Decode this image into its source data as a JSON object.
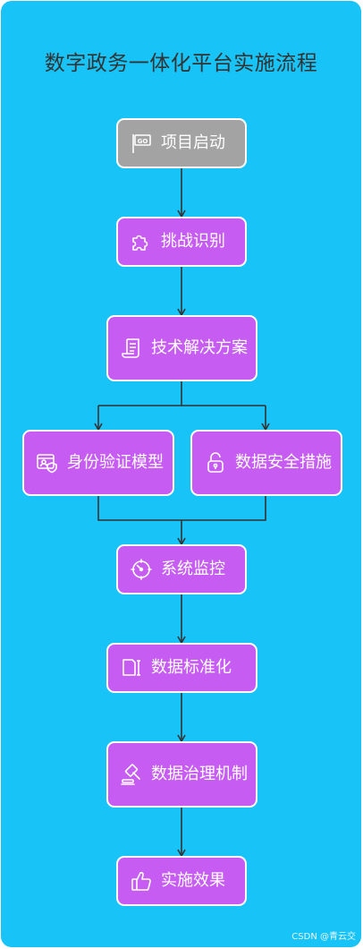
{
  "title": "数字政务一体化平台实施流程",
  "nodes": {
    "start": {
      "label": "项目启动",
      "icon": "go-flag-icon"
    },
    "challenge": {
      "label": "挑战识别",
      "icon": "puzzle-icon"
    },
    "solution": {
      "label": "技术解决方案",
      "icon": "scroll-icon"
    },
    "identity": {
      "label": "身份验证模型",
      "icon": "id-shield-icon"
    },
    "security": {
      "label": "数据安全措施",
      "icon": "padlock-icon"
    },
    "monitor": {
      "label": "系统监控",
      "icon": "gauge-icon"
    },
    "standard": {
      "label": "数据标准化",
      "icon": "document-icon"
    },
    "governance": {
      "label": "数据治理机制",
      "icon": "gavel-icon"
    },
    "result": {
      "label": "实施效果",
      "icon": "thumbs-up-icon"
    }
  },
  "watermark": "CSDN @青云交",
  "colors": {
    "background": "#18c3f7",
    "node": "#c65cf2",
    "start_node": "#a3a3a3",
    "connector": "#333333"
  }
}
